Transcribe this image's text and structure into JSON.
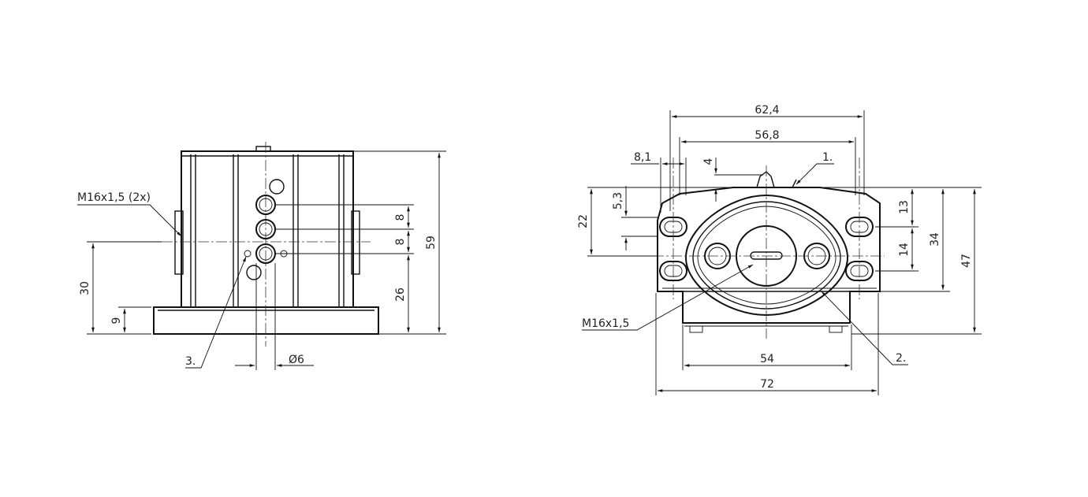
{
  "drawing": {
    "left_view": {
      "thread_note": "M16x1,5 (2x)",
      "callout_3": "3.",
      "dim_30": "30",
      "dim_9": "9",
      "dim_8a": "8",
      "dim_8b": "8",
      "dim_26": "26",
      "dim_59": "59",
      "dim_dia6": "Ø6"
    },
    "right_view": {
      "dim_62_4": "62,4",
      "dim_56_8": "56,8",
      "dim_8_1": "8,1",
      "dim_4": "4",
      "callout_1": "1.",
      "dim_22": "22",
      "dim_5_3": "5,3",
      "dim_13": "13",
      "dim_14": "14",
      "dim_34": "34",
      "dim_47": "47",
      "thread_note": "M16x1,5",
      "dim_54": "54",
      "dim_72": "72",
      "callout_2": "2."
    }
  }
}
